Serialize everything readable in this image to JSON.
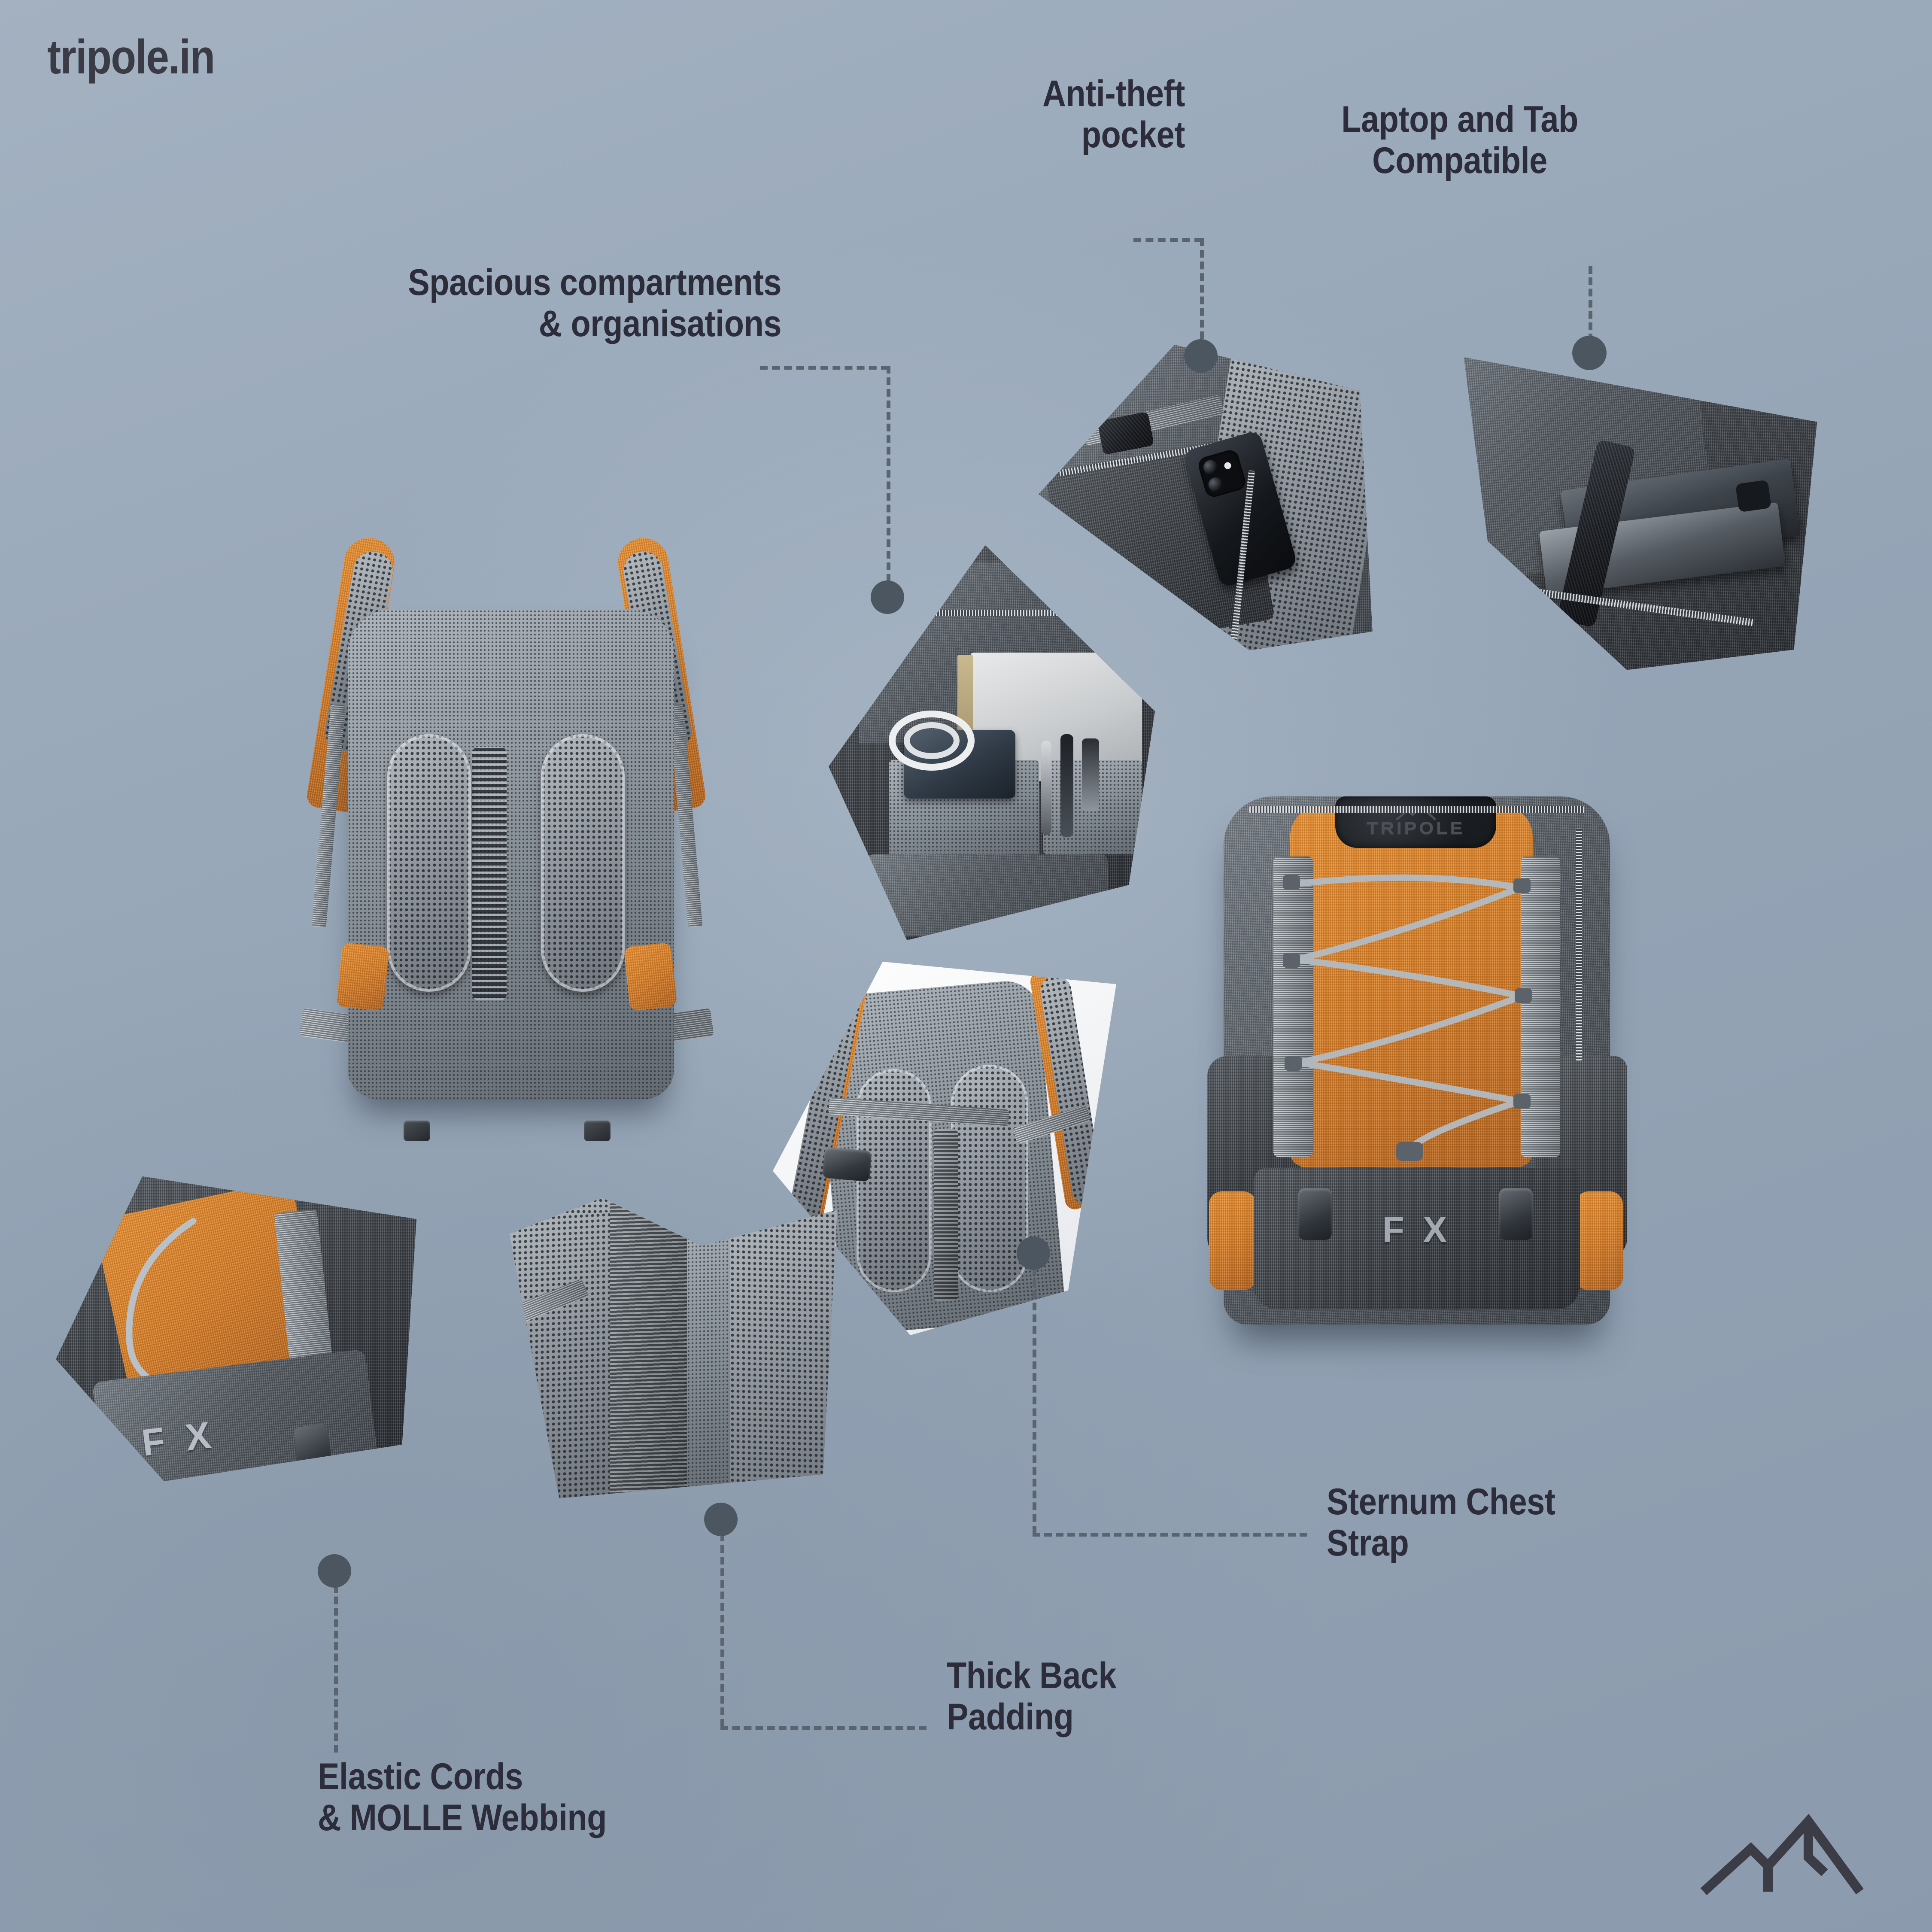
{
  "meta": {
    "background_color": "#9caabb",
    "text_color": "#2c2c3a",
    "accent_orange": "#e0822a",
    "connector_color": "#5a646f"
  },
  "brand": {
    "name": "tripole.in"
  },
  "features": [
    {
      "id": "spacious-compartments",
      "label": "Spacious compartments\n& organisations",
      "align": "right"
    },
    {
      "id": "anti-theft-pocket",
      "label": "Anti-theft\npocket",
      "align": "right"
    },
    {
      "id": "laptop-tab-compatible",
      "label": "Laptop and Tab\nCompatible",
      "align": "center"
    },
    {
      "id": "sternum-chest-strap",
      "label": "Sternum Chest\nStrap",
      "align": "left"
    },
    {
      "id": "thick-back-padding",
      "label": "Thick Back\nPadding",
      "align": "left"
    },
    {
      "id": "elastic-cords-molle",
      "label": "Elastic Cords\n& MOLLE Webbing",
      "align": "left"
    }
  ],
  "product": {
    "brand_patch": "TRIPOLE",
    "model_logo": "F X",
    "front_view_alt": "Orange and grey backpack front view with elastic bungee cords",
    "back_view_alt": "Backpack back panel with padded mesh shoulder straps"
  },
  "photos": [
    {
      "id": "photo-anti-theft",
      "alt": "Anti-theft zip pocket holding a black smartphone"
    },
    {
      "id": "photo-laptop",
      "alt": "Padded laptop sleeve with velcro strap holding a tablet"
    },
    {
      "id": "photo-organiser",
      "alt": "Front organiser pocket with notebook, power bank, cable and pens"
    },
    {
      "id": "photo-sternum",
      "alt": "Shoulder harness with sternum chest strap and buckle"
    },
    {
      "id": "photo-elastic",
      "alt": "Side pocket with elastic cord lock and MOLLE webbing"
    },
    {
      "id": "photo-padding",
      "alt": "Close up of thick perforated mesh back padding"
    }
  ],
  "footer": {
    "mountain_icon": "mountain-peaks-icon"
  }
}
